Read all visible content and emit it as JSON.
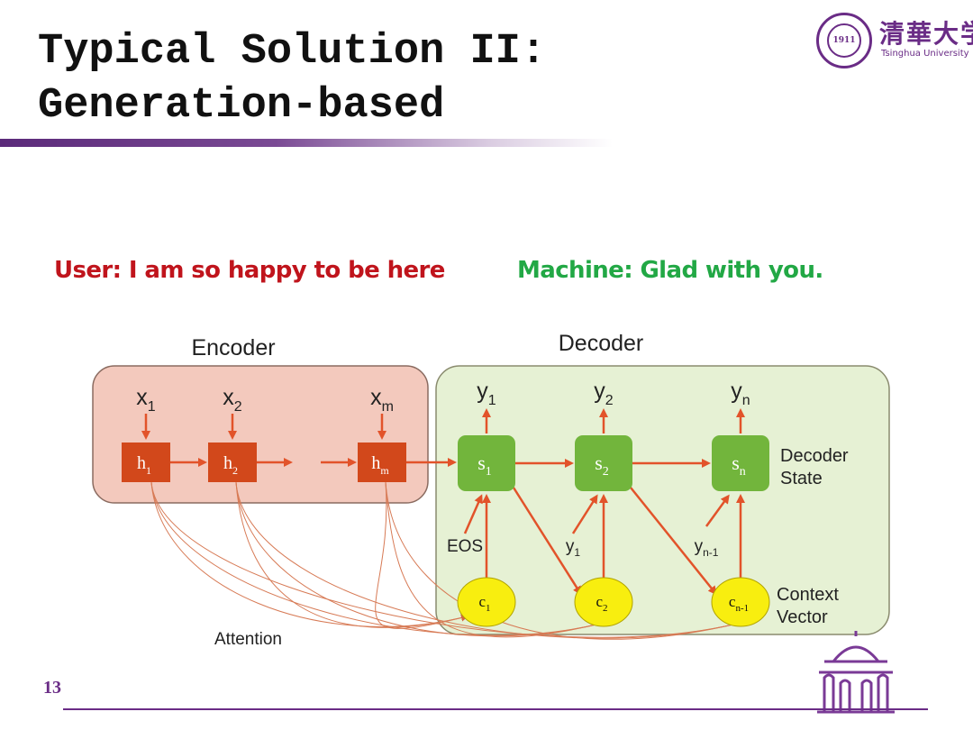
{
  "slide": {
    "title_line1": "Typical Solution II:",
    "title_line2": "Generation-based",
    "page_number": "13"
  },
  "logo": {
    "seal_text": "1911",
    "cn_name": "清華大学",
    "en_name": "Tsinghua University"
  },
  "dialogue": {
    "user": "User: I am so happy to be here",
    "machine": "Machine: Glad with you."
  },
  "diagram": {
    "encoder_label": "Encoder",
    "decoder_label": "Decoder",
    "encoder_inputs": [
      {
        "base": "x",
        "sub": "1"
      },
      {
        "base": "x",
        "sub": "2"
      },
      {
        "base": "x",
        "sub": "m"
      }
    ],
    "encoder_states": [
      {
        "base": "h",
        "sub": "1"
      },
      {
        "base": "h",
        "sub": "2"
      },
      {
        "base": "h",
        "sub": "m"
      }
    ],
    "decoder_outputs": [
      {
        "base": "y",
        "sub": "1"
      },
      {
        "base": "y",
        "sub": "2"
      },
      {
        "base": "y",
        "sub": "n"
      }
    ],
    "decoder_states": [
      {
        "base": "s",
        "sub": "1"
      },
      {
        "base": "s",
        "sub": "2"
      },
      {
        "base": "s",
        "sub": "n"
      }
    ],
    "context_vectors": [
      {
        "base": "c",
        "sub": "1"
      },
      {
        "base": "c",
        "sub": "2"
      },
      {
        "base": "c",
        "sub": "n-1"
      }
    ],
    "decoder_inputs": [
      {
        "base": "EOS",
        "sub": ""
      },
      {
        "base": "y",
        "sub": "1"
      },
      {
        "base": "y",
        "sub": "n-1"
      }
    ],
    "decoder_state_label_line1": "Decoder",
    "decoder_state_label_line2": "State",
    "context_label_line1": "Context",
    "context_label_line2": "Vector",
    "attention_label": "Attention",
    "colors": {
      "encoder_bg": "#f3c9bd",
      "decoder_bg": "#e6f1d4",
      "encoder_node": "#d2481b",
      "decoder_node": "#72b53c",
      "context_node": "#f8ee0f",
      "arrow": "#e2532a"
    }
  }
}
